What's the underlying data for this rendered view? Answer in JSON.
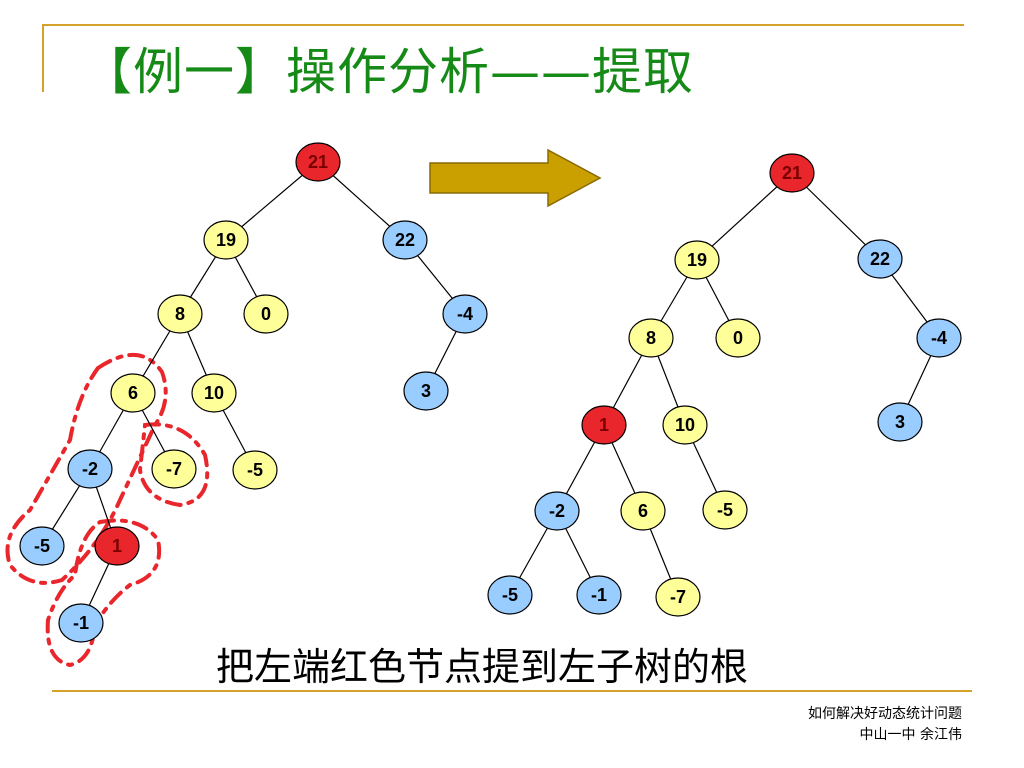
{
  "title": "【例一】操作分析——提取",
  "caption": "把左端红色节点提到左子树的根",
  "footer": {
    "line1": "如何解决好动态统计问题",
    "line2": "中山一中 余江伟"
  },
  "colors": {
    "red": "#e8262b",
    "yellow": "#ffff99",
    "blue": "#99ccff",
    "title_green": "#168a17",
    "accent": "#d4a12a",
    "arrow": "#c9a000"
  },
  "left_tree": {
    "nodes": [
      {
        "id": "l21",
        "label": "21",
        "color": "red"
      },
      {
        "id": "l19",
        "label": "19",
        "color": "yellow"
      },
      {
        "id": "l22",
        "label": "22",
        "color": "blue"
      },
      {
        "id": "l8",
        "label": "8",
        "color": "yellow"
      },
      {
        "id": "l0",
        "label": "0",
        "color": "yellow"
      },
      {
        "id": "lm4",
        "label": "-4",
        "color": "blue"
      },
      {
        "id": "l6",
        "label": "6",
        "color": "yellow"
      },
      {
        "id": "l10",
        "label": "10",
        "color": "yellow"
      },
      {
        "id": "l3",
        "label": "3",
        "color": "blue"
      },
      {
        "id": "lm2",
        "label": "-2",
        "color": "blue"
      },
      {
        "id": "lm7",
        "label": "-7",
        "color": "yellow"
      },
      {
        "id": "lm5b",
        "label": "-5",
        "color": "yellow"
      },
      {
        "id": "lm5",
        "label": "-5",
        "color": "blue"
      },
      {
        "id": "l1",
        "label": "1",
        "color": "red"
      },
      {
        "id": "lm1",
        "label": "-1",
        "color": "blue"
      }
    ],
    "edges": [
      [
        "l21",
        "l19"
      ],
      [
        "l21",
        "l22"
      ],
      [
        "l19",
        "l8"
      ],
      [
        "l19",
        "l0"
      ],
      [
        "l22",
        "lm4"
      ],
      [
        "lm4",
        "l3"
      ],
      [
        "l8",
        "l6"
      ],
      [
        "l8",
        "l10"
      ],
      [
        "l6",
        "lm2"
      ],
      [
        "l6",
        "lm7"
      ],
      [
        "l10",
        "lm5b"
      ],
      [
        "lm2",
        "lm5"
      ],
      [
        "lm2",
        "l1"
      ],
      [
        "l1",
        "lm1"
      ]
    ]
  },
  "right_tree": {
    "nodes": [
      {
        "id": "r21",
        "label": "21",
        "color": "red"
      },
      {
        "id": "r19",
        "label": "19",
        "color": "yellow"
      },
      {
        "id": "r22",
        "label": "22",
        "color": "blue"
      },
      {
        "id": "r8",
        "label": "8",
        "color": "yellow"
      },
      {
        "id": "r0",
        "label": "0",
        "color": "yellow"
      },
      {
        "id": "rm4",
        "label": "-4",
        "color": "blue"
      },
      {
        "id": "r1",
        "label": "1",
        "color": "red"
      },
      {
        "id": "r10",
        "label": "10",
        "color": "yellow"
      },
      {
        "id": "r3",
        "label": "3",
        "color": "blue"
      },
      {
        "id": "rm2",
        "label": "-2",
        "color": "blue"
      },
      {
        "id": "r6",
        "label": "6",
        "color": "yellow"
      },
      {
        "id": "rm5b",
        "label": "-5",
        "color": "yellow"
      },
      {
        "id": "rm5",
        "label": "-5",
        "color": "blue"
      },
      {
        "id": "rm1",
        "label": "-1",
        "color": "blue"
      },
      {
        "id": "rm7",
        "label": "-7",
        "color": "yellow"
      }
    ],
    "edges": [
      [
        "r21",
        "r19"
      ],
      [
        "r21",
        "r22"
      ],
      [
        "r19",
        "r8"
      ],
      [
        "r19",
        "r0"
      ],
      [
        "r22",
        "rm4"
      ],
      [
        "rm4",
        "r3"
      ],
      [
        "r8",
        "r1"
      ],
      [
        "r8",
        "r10"
      ],
      [
        "r1",
        "rm2"
      ],
      [
        "r1",
        "r6"
      ],
      [
        "r10",
        "rm5b"
      ],
      [
        "rm2",
        "rm5"
      ],
      [
        "rm2",
        "rm1"
      ],
      [
        "r6",
        "rm7"
      ]
    ]
  }
}
